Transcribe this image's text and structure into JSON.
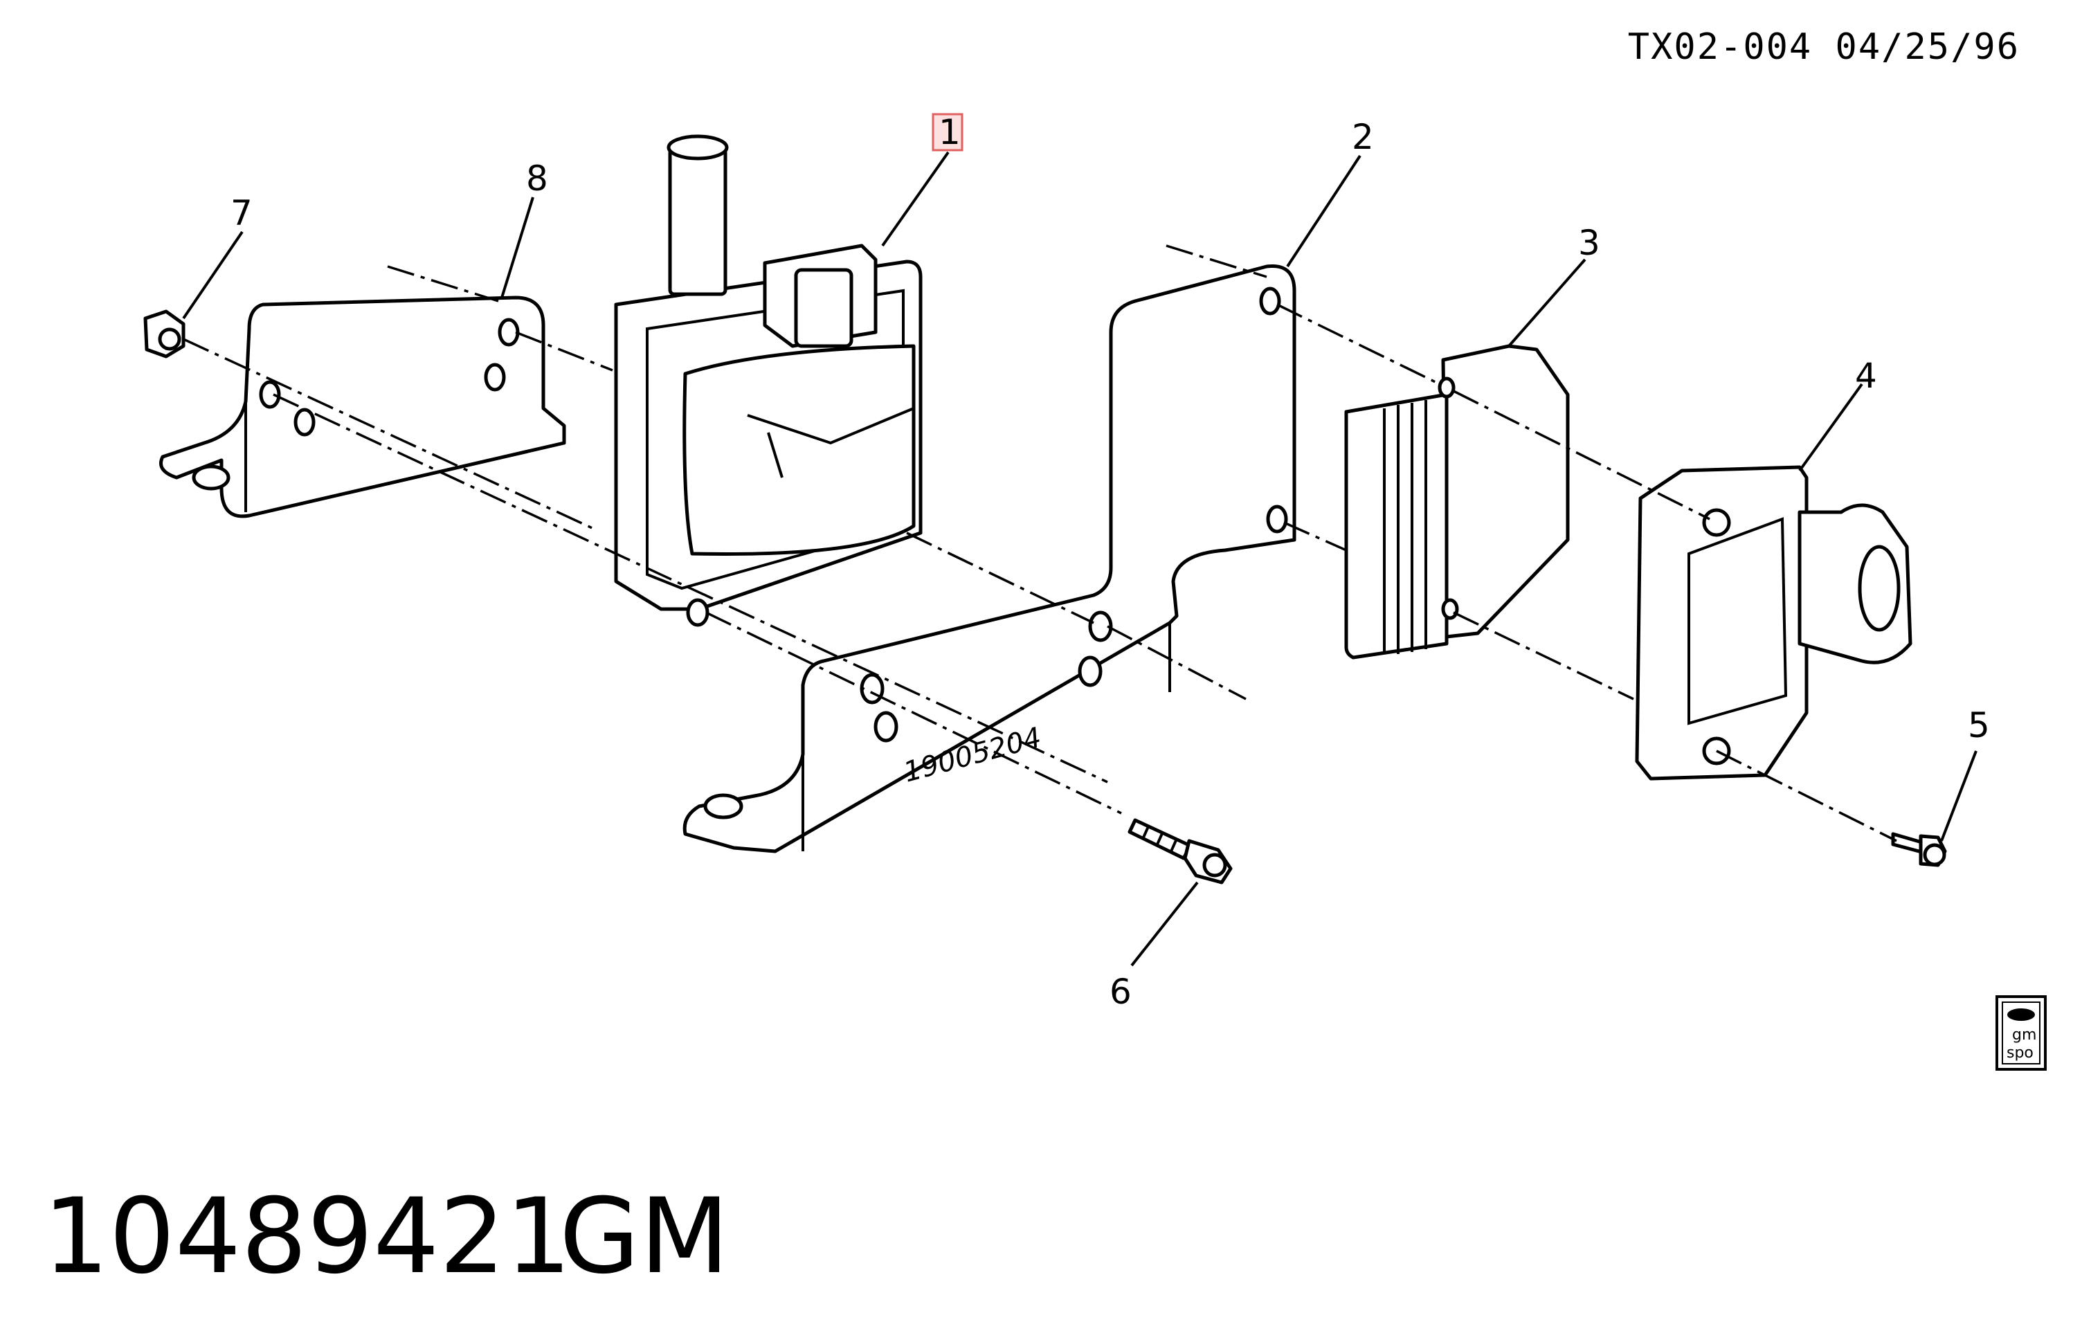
{
  "header": {
    "reference": "TX02-004 04/25/96"
  },
  "callouts": [
    "1",
    "2",
    "3",
    "4",
    "5",
    "6",
    "7",
    "8"
  ],
  "bracket_stamp": "19005204",
  "logo": {
    "line1": "gm",
    "line2": "spo"
  },
  "footer": {
    "part_number": "10489421",
    "brand": "GM"
  },
  "colors": {
    "highlight_fill": "#fde0e0",
    "highlight_stroke": "#e06060",
    "ink": "#000000"
  }
}
